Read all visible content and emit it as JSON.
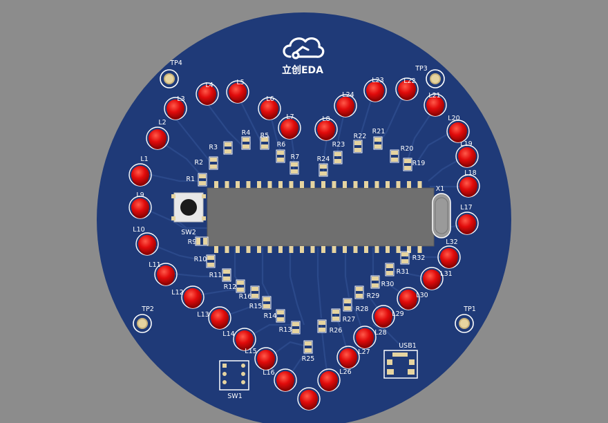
{
  "colors": {
    "background": "#8c8c8c",
    "board": "#1f3a78",
    "silkscreen": "#ffffff",
    "pad": "#e6d4a0",
    "led": "#e10b0b",
    "ic": "#6f6f6f"
  },
  "logo": {
    "brand_text": "立创EDA",
    "icon": "cloud-icon"
  },
  "test_points": [
    {
      "id": "tp4",
      "label": "TP4"
    },
    {
      "id": "tp3",
      "label": "TP3"
    },
    {
      "id": "tp2",
      "label": "TP2"
    },
    {
      "id": "tp1",
      "label": "TP1"
    }
  ],
  "leds": [
    {
      "id": "l1",
      "label": "L1"
    },
    {
      "id": "l2",
      "label": "L2"
    },
    {
      "id": "l3",
      "label": "L3"
    },
    {
      "id": "l4",
      "label": "L4"
    },
    {
      "id": "l5",
      "label": "L5"
    },
    {
      "id": "l6",
      "label": "L6"
    },
    {
      "id": "l7",
      "label": "L7"
    },
    {
      "id": "l8",
      "label": "L8"
    },
    {
      "id": "l9",
      "label": "L9"
    },
    {
      "id": "l10",
      "label": "L10"
    },
    {
      "id": "l11",
      "label": "L11"
    },
    {
      "id": "l12",
      "label": "L12"
    },
    {
      "id": "l13",
      "label": "L13"
    },
    {
      "id": "l14",
      "label": "L14"
    },
    {
      "id": "l15",
      "label": "L15"
    },
    {
      "id": "l16",
      "label": "L16"
    },
    {
      "id": "l17",
      "label": "L17"
    },
    {
      "id": "l18",
      "label": "L18"
    },
    {
      "id": "l19",
      "label": "L19"
    },
    {
      "id": "l20",
      "label": "L20"
    },
    {
      "id": "l21",
      "label": "L21"
    },
    {
      "id": "l22",
      "label": "L22"
    },
    {
      "id": "l23",
      "label": "L23"
    },
    {
      "id": "l24",
      "label": "L24"
    },
    {
      "id": "l26",
      "label": "L26"
    },
    {
      "id": "l27",
      "label": "L27"
    },
    {
      "id": "l28",
      "label": "L28"
    },
    {
      "id": "l29",
      "label": "L29"
    },
    {
      "id": "l30",
      "label": "L30"
    },
    {
      "id": "l31",
      "label": "L31"
    },
    {
      "id": "l32",
      "label": "L32"
    },
    {
      "id": "l25",
      "label": ""
    }
  ],
  "resistors": [
    {
      "id": "r1",
      "label": "R1"
    },
    {
      "id": "r2",
      "label": "R2"
    },
    {
      "id": "r3",
      "label": "R3"
    },
    {
      "id": "r4",
      "label": "R4"
    },
    {
      "id": "r5",
      "label": "R5"
    },
    {
      "id": "r6",
      "label": "R6"
    },
    {
      "id": "r7",
      "label": "R7"
    },
    {
      "id": "r9",
      "label": "R9"
    },
    {
      "id": "r10",
      "label": "R10"
    },
    {
      "id": "r11",
      "label": "R11"
    },
    {
      "id": "r12",
      "label": "R12"
    },
    {
      "id": "r13",
      "label": "R13"
    },
    {
      "id": "r14",
      "label": "R14"
    },
    {
      "id": "r15",
      "label": "R15"
    },
    {
      "id": "r16",
      "label": "R16"
    },
    {
      "id": "r19",
      "label": "R19"
    },
    {
      "id": "r20",
      "label": "R20"
    },
    {
      "id": "r21",
      "label": "R21"
    },
    {
      "id": "r22",
      "label": "R22"
    },
    {
      "id": "r23",
      "label": "R23"
    },
    {
      "id": "r24",
      "label": "R24"
    },
    {
      "id": "r25",
      "label": "R25"
    },
    {
      "id": "r26",
      "label": "R26"
    },
    {
      "id": "r27",
      "label": "R27"
    },
    {
      "id": "r28",
      "label": "R28"
    },
    {
      "id": "r29",
      "label": "R29"
    },
    {
      "id": "r30",
      "label": "R30"
    },
    {
      "id": "r31",
      "label": "R31"
    },
    {
      "id": "r32",
      "label": "R32"
    }
  ],
  "components": {
    "sw1": "SW1",
    "sw2": "SW2",
    "x1": "X1",
    "usb1": "USB1"
  }
}
